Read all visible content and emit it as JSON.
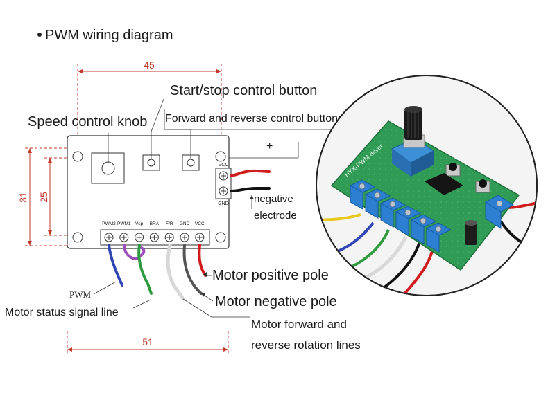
{
  "title": "PWM wiring diagram",
  "dimensions": {
    "top_width": "45",
    "bottom_width": "51",
    "outer_height": "31",
    "inner_height": "25"
  },
  "labels": {
    "start_stop": "Start/stop control button",
    "speed_knob": "Speed control knob",
    "fwd_rev_buttons": "Forward and reverse control buttons",
    "plus": "+",
    "negative_line1": "negative",
    "negative_line2": "electrode",
    "pwm": "PWM",
    "motor_status": "Motor status signal line",
    "motor_positive": "Motor positive pole",
    "motor_negative": "Motor negative pole",
    "fwd_rev_line1": "Motor forward and",
    "fwd_rev_line2": "reverse rotation lines"
  },
  "terminals": {
    "bottom": [
      "PWM2",
      "PWM1",
      "Vsp",
      "BRA",
      "F/R",
      "GND",
      "VCC"
    ],
    "side_vcc": "VCC",
    "side_gnd": "GND"
  },
  "photo": {
    "board_text": "HYX-PWM driver"
  },
  "colors": {
    "dimension": "#c0392b",
    "wire_red": "#d01c1c",
    "wire_black": "#111111",
    "wire_blue": "#3246b4",
    "wire_purple": "#9b4fb8",
    "wire_green": "#2e9b3e",
    "wire_white": "#d8d8d8",
    "wire_gray": "#555555",
    "pcb_green": "#2f9b55",
    "terminal_blue": "#2d7fd1"
  }
}
